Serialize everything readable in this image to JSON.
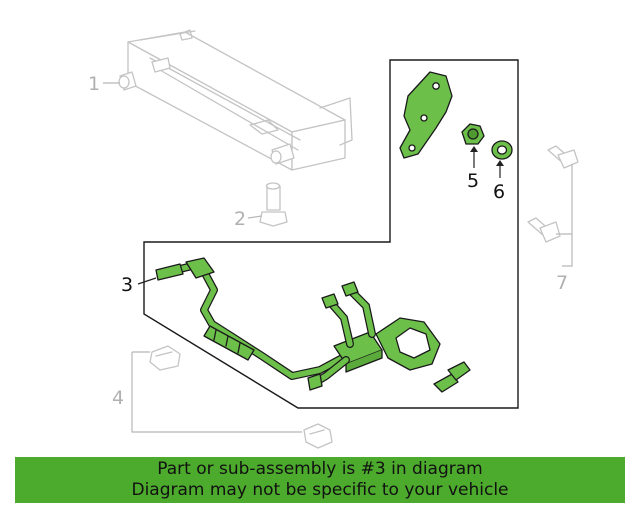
{
  "colors": {
    "highlight": "#4caa2c",
    "part_fill": "#6cc04a",
    "ghost": "#c4c4c4",
    "outline": "#1a1a1a"
  },
  "callouts": {
    "c1": "1",
    "c2": "2",
    "c3": "3",
    "c4": "4",
    "c5": "5",
    "c6": "6",
    "c7": "7"
  },
  "banner": {
    "line1": "Part or sub-assembly is #3 in diagram",
    "line2": "Diagram may not be specific to your vehicle"
  }
}
